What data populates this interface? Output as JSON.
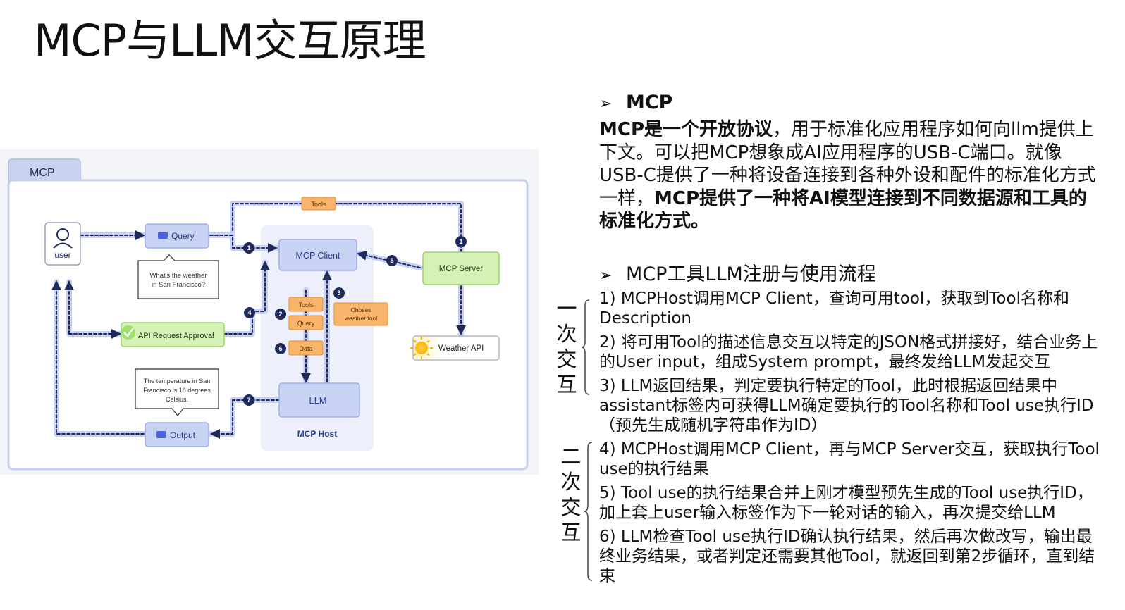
{
  "slide": {
    "title": "MCP与LLM交互原理"
  },
  "diagram": {
    "tab_label": "MCP",
    "user_label": "user",
    "query_label": "Query",
    "query_bubble": [
      "What's the weather",
      "in San Francisco?"
    ],
    "api_approval_label": "API Request Approval",
    "temp_bubble": [
      "The temperature in San",
      "Francisco is 18 degrees",
      "Celsius."
    ],
    "output_label": "Output",
    "mcp_client_label": "MCP Client",
    "mcp_server_label": "MCP Server",
    "llm_label": "LLM",
    "mcp_host_label": "MCP Host",
    "weather_api_label": "Weather API",
    "tools_top_label": "Tools",
    "tools_inner_label": "Tools",
    "query_inner_label": "Query",
    "data_inner_label": "Data",
    "choose_label": [
      "Choses",
      "weather tool"
    ],
    "step_numbers": [
      "1",
      "1",
      "2",
      "3",
      "4",
      "5",
      "6",
      "7"
    ]
  },
  "section1": {
    "heading": "MCP",
    "bold_start": "MCP是一个开放协议",
    "text_mid": "，用于标准化应用程序如何向llm提供上下文。可以把MCP想象成AI应用程序的USB-C端口。就像USB-C提供了一种将设备连接到各种外设和配件的标准化方式一样，",
    "bold_end": "MCP提供了一种将AI模型连接到不同数据源和工具的标准化方式。"
  },
  "section2": {
    "heading": "MCP工具LLM注册与使用流程",
    "group1_label": [
      "一",
      "次",
      "交",
      "互"
    ],
    "group2_label": [
      "二",
      "次",
      "交",
      "互"
    ],
    "steps": [
      "1) MCPHost调用MCP Client，查询可用tool，获取到Tool名称和Description",
      "2) 将可用Tool的描述信息交互以特定的JSON格式拼接好，结合业务上的User input，组成System prompt，最终发给LLM发起交互",
      "3) LLM返回结果，判定要执行特定的Tool，此时根据返回结果中assistant标签内可获得LLM确定要执行的Tool名称和Tool use执行ID（预先生成随机字符串作为ID）",
      "4) MCPHost调用MCP Client，再与MCP Server交互，获取执行Tool use的执行结果",
      "5) Tool use的执行结果合并上刚才模型预先生成的Tool use执行ID，加上套上user输入标签作为下一轮对话的输入，再次提交给LLM",
      "6) LLM检查Tool use执行ID确认执行结果，然后再次做改写，输出最终业务结果，或者判定还需要其他Tool，就返回到第2步循环，直到结束"
    ]
  }
}
